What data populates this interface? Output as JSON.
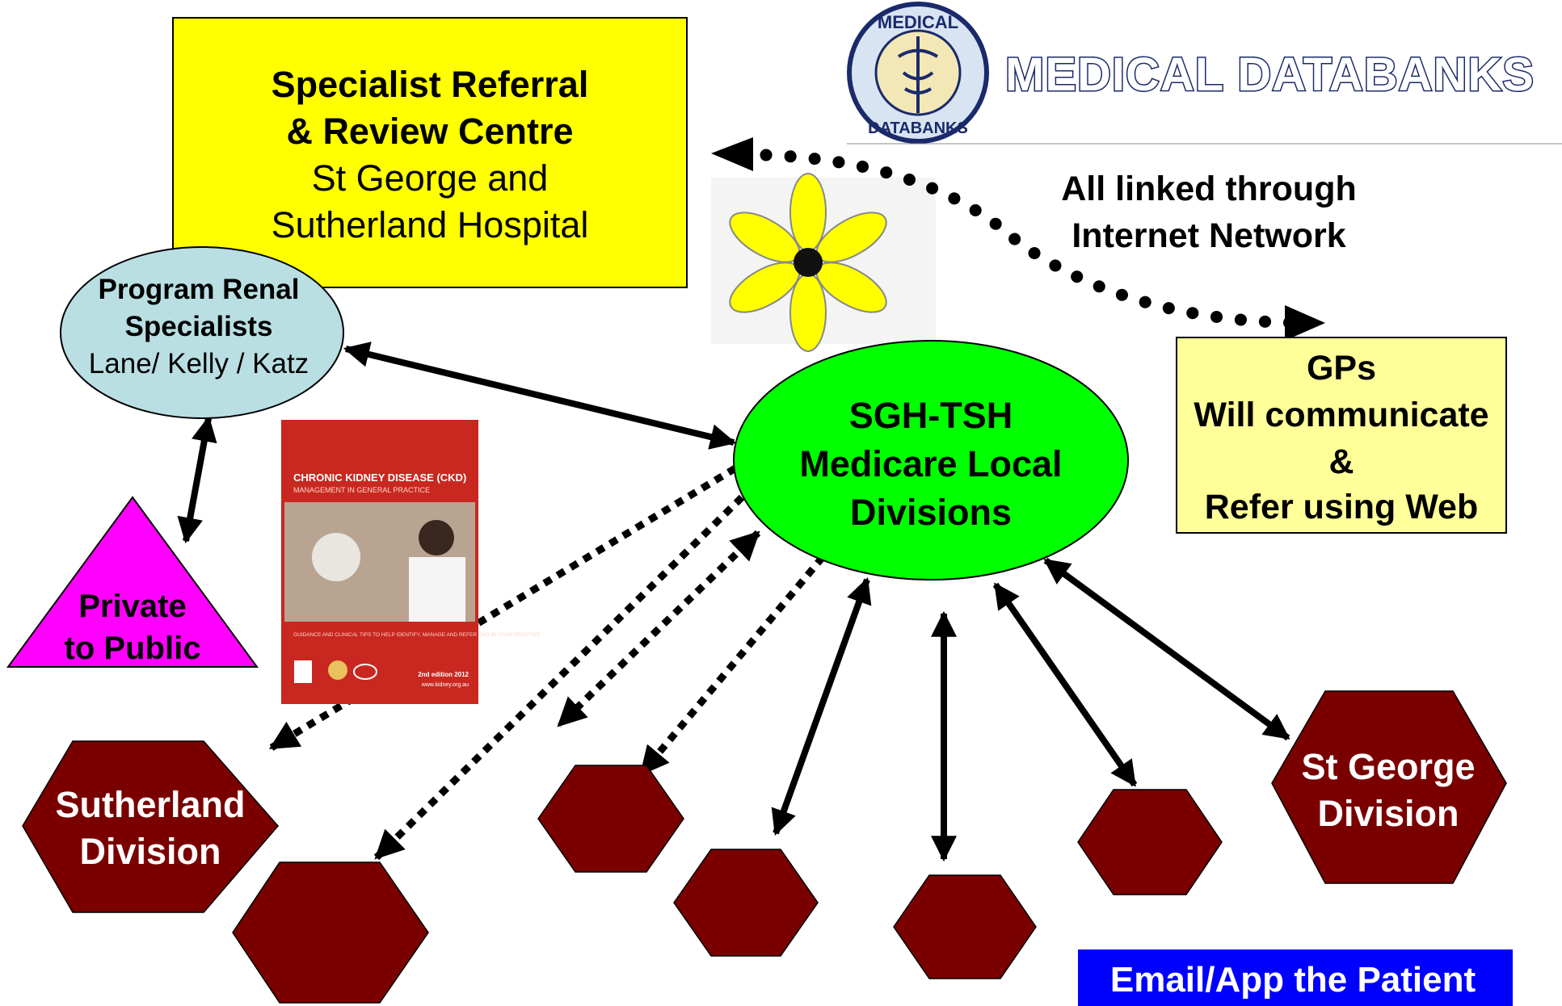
{
  "colors": {
    "yellow_box": "#ffff00",
    "gp_box": "#ffff99",
    "ellipse_blue": "#b9dfe3",
    "ellipse_green": "#00ff00",
    "triangle": "#ff00ff",
    "hexagon": "#7a0000",
    "email_bar": "#0000ff",
    "ckd_cover": "#c8281f"
  },
  "referral_centre": {
    "line1": "Specialist Referral",
    "line2": "& Review Centre",
    "line3": "St George and",
    "line4": "Sutherland Hospital"
  },
  "logo": {
    "name": "MEDICAL DATABANKS",
    "seal_top": "MEDICAL",
    "seal_bottom": "DATABANKS"
  },
  "network_note": {
    "line1": "All linked through",
    "line2": "Internet Network"
  },
  "renal": {
    "line1": "Program Renal",
    "line2": "Specialists",
    "line3": "Lane/ Kelly / Katz"
  },
  "private_public": {
    "line1": "Private",
    "line2": "to Public"
  },
  "medicare": {
    "line1": "SGH-TSH",
    "line2": "Medicare Local",
    "line3": "Divisions"
  },
  "gps": {
    "line1": "GPs",
    "line2": "Will communicate",
    "line3": "&",
    "line4": "Refer using Web"
  },
  "ckd_booklet": {
    "title": "CHRONIC KIDNEY DISEASE (CKD)",
    "subtitle": "MANAGEMENT IN GENERAL PRACTICE",
    "guidance": "GUIDANCE AND CLINICAL TIPS TO HELP IDENTIFY, MANAGE AND REFER CKD IN YOUR PRACTICE",
    "edition": "2nd edition 2012",
    "url": "www.kidney.org.au"
  },
  "divisions": {
    "sutherland": "Sutherland\nDivision",
    "st_george": "St George\nDivision"
  },
  "email_bar": "Email/App the Patient"
}
